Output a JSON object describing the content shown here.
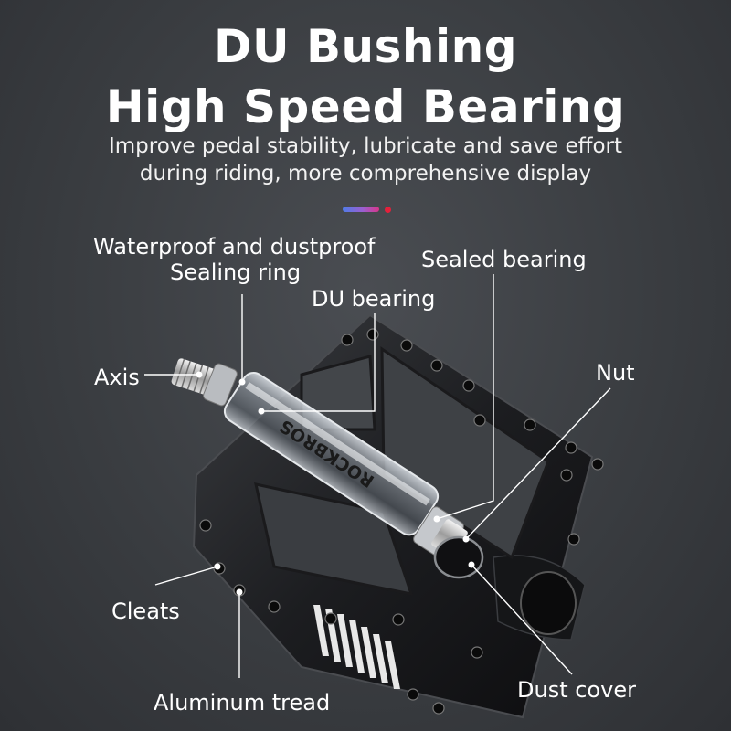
{
  "heading": {
    "line1": "DU Bushing",
    "line2": "High Speed Bearing"
  },
  "subheading": {
    "line1": "Improve pedal stability, lubricate and save effort",
    "line2": "during riding, more comprehensive display"
  },
  "axle_brand_text": "ROCKBROS",
  "accent_colors": {
    "dash_start": "#4f7ce8",
    "dash_end": "#d8368a",
    "dot": "#e3203b"
  },
  "callouts": {
    "waterproof_line1": "Waterproof and dustproof",
    "waterproof_line2": "Sealing ring",
    "sealed_bearing": "Sealed bearing",
    "du_bearing": "DU bearing",
    "axis": "Axis",
    "nut": "Nut",
    "cleats": "Cleats",
    "aluminum_tread": "Aluminum tread",
    "dust_cover": "Dust cover"
  }
}
